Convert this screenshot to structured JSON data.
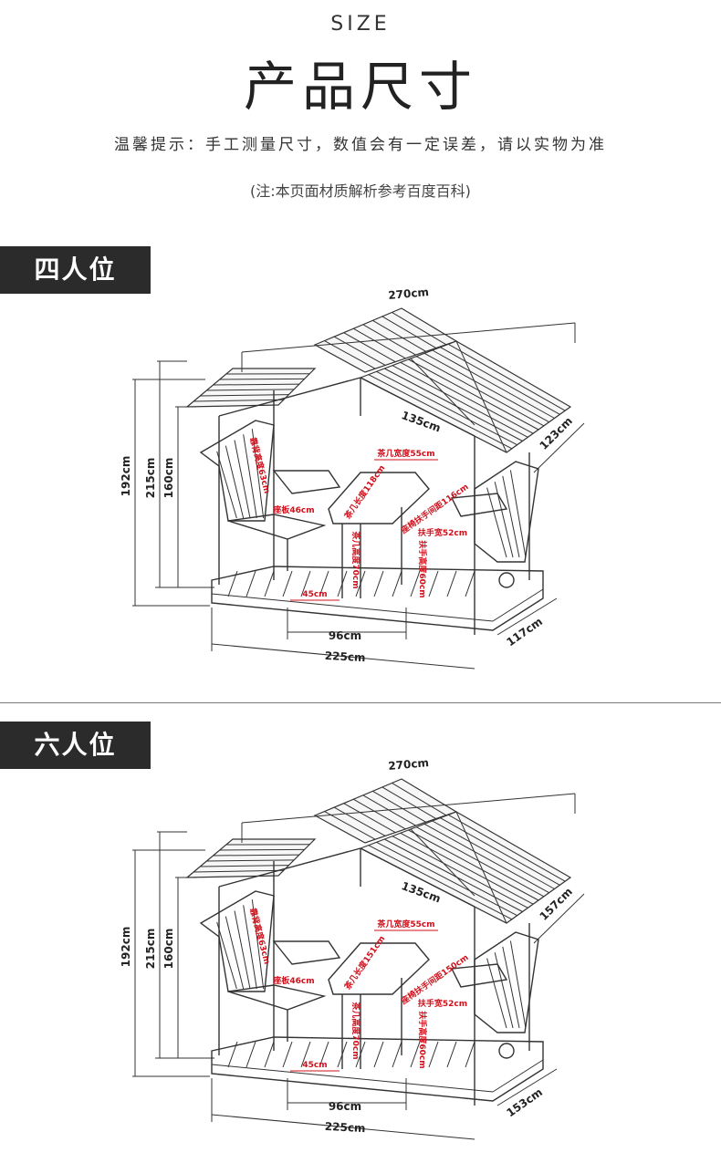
{
  "header": {
    "size_en": "SIZE",
    "title": "产品尺寸",
    "tip": "温馨提示：手工测量尺寸，数值会有一定误差，请以实物为准",
    "note": "(注:本页面材质解析参考百度百科)"
  },
  "sections": [
    {
      "label": "四人位",
      "dims": {
        "total_width": "270cm",
        "roof_depth": "135cm",
        "side_depth": "123cm",
        "height_total": "192cm",
        "height_roof": "215cm",
        "height_post": "160cm",
        "back_height": "靠背高度63cm",
        "seat": "座板46cm",
        "table_width": "茶几宽度55cm",
        "table_length": "茶几长度118cm",
        "armrest_gap": "座椅扶手间距116cm",
        "armrest_width": "扶手宽52cm",
        "table_height": "茶几高度70cm",
        "armrest_height": "扶手高度60cm",
        "gap": "45cm",
        "inner_width": "96cm",
        "base_width": "225cm",
        "base_depth": "117cm"
      }
    },
    {
      "label": "六人位",
      "dims": {
        "total_width": "270cm",
        "roof_depth": "135cm",
        "side_depth": "157cm",
        "height_total": "192cm",
        "height_roof": "215cm",
        "height_post": "160cm",
        "back_height": "靠背高度63cm",
        "seat": "座板46cm",
        "table_width": "茶几宽度55cm",
        "table_length": "茶几长度151cm",
        "armrest_gap": "座椅扶手间距150cm",
        "armrest_width": "扶手宽52cm",
        "table_height": "茶几高度70cm",
        "armrest_height": "扶手高度60cm",
        "gap": "45cm",
        "inner_width": "96cm",
        "base_width": "225cm",
        "base_depth": "153cm"
      }
    }
  ]
}
